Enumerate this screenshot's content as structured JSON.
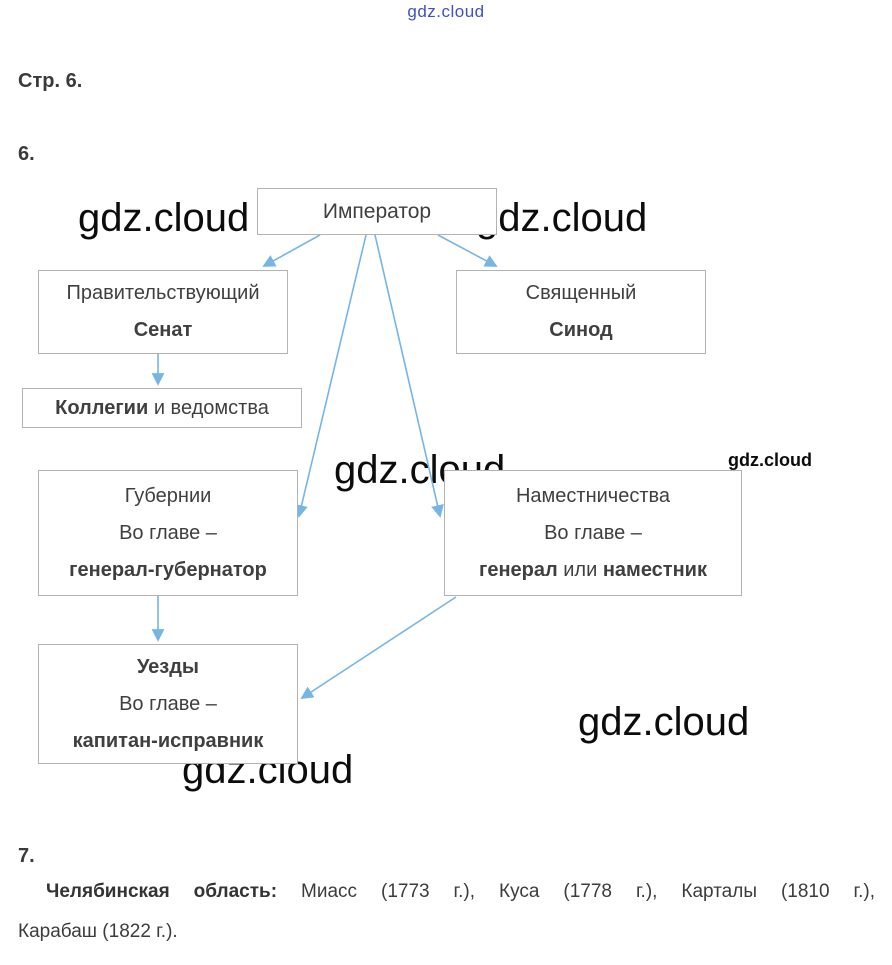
{
  "watermark": {
    "text": "gdz.cloud"
  },
  "headings": {
    "page_label": "Стр. 6.",
    "task6_label": "6.",
    "task7_label": "7."
  },
  "diagram": {
    "emperor": {
      "title": "Император"
    },
    "senate": {
      "line1": "Правительствующий",
      "line2": "Сенат"
    },
    "synod": {
      "line1": "Священный",
      "line2": "Синод"
    },
    "collegia": {
      "bold": "Коллегии",
      "rest": "и ведомства"
    },
    "gubernii": {
      "line1": "Губернии",
      "line2": "Во главе –",
      "line3": "генерал-губернатор"
    },
    "namestnichestva": {
      "line1": "Наместничества",
      "line2": "Во главе –",
      "line3_bold1": "генерал",
      "line3_mid": "или",
      "line3_bold2": "наместник"
    },
    "uezdy": {
      "line1": "Уезды",
      "line2": "Во главе –",
      "line3": "капитан-исправник"
    }
  },
  "task7": {
    "bold": "Челябинская область:",
    "line1_rest": "Миасс (1773 г.), Куса (1778 г.), Карталы (1810 г.),",
    "line2": "Карабаш (1822 г.)."
  },
  "colors": {
    "arrow": "#76b5e4"
  }
}
